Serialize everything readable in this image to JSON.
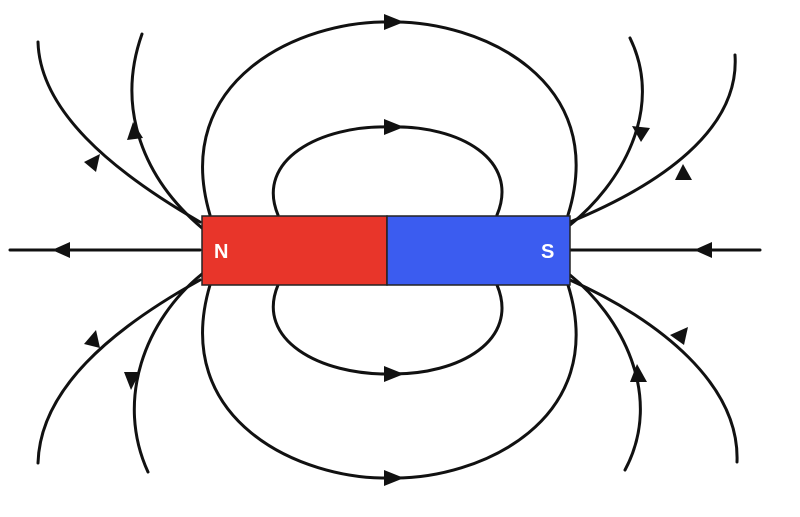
{
  "magnet": {
    "north_label": "N",
    "south_label": "S",
    "north_color": "#e8352a",
    "south_color": "#3b5cf0"
  },
  "field_lines": {
    "color": "#111111",
    "direction": "north-to-south"
  }
}
